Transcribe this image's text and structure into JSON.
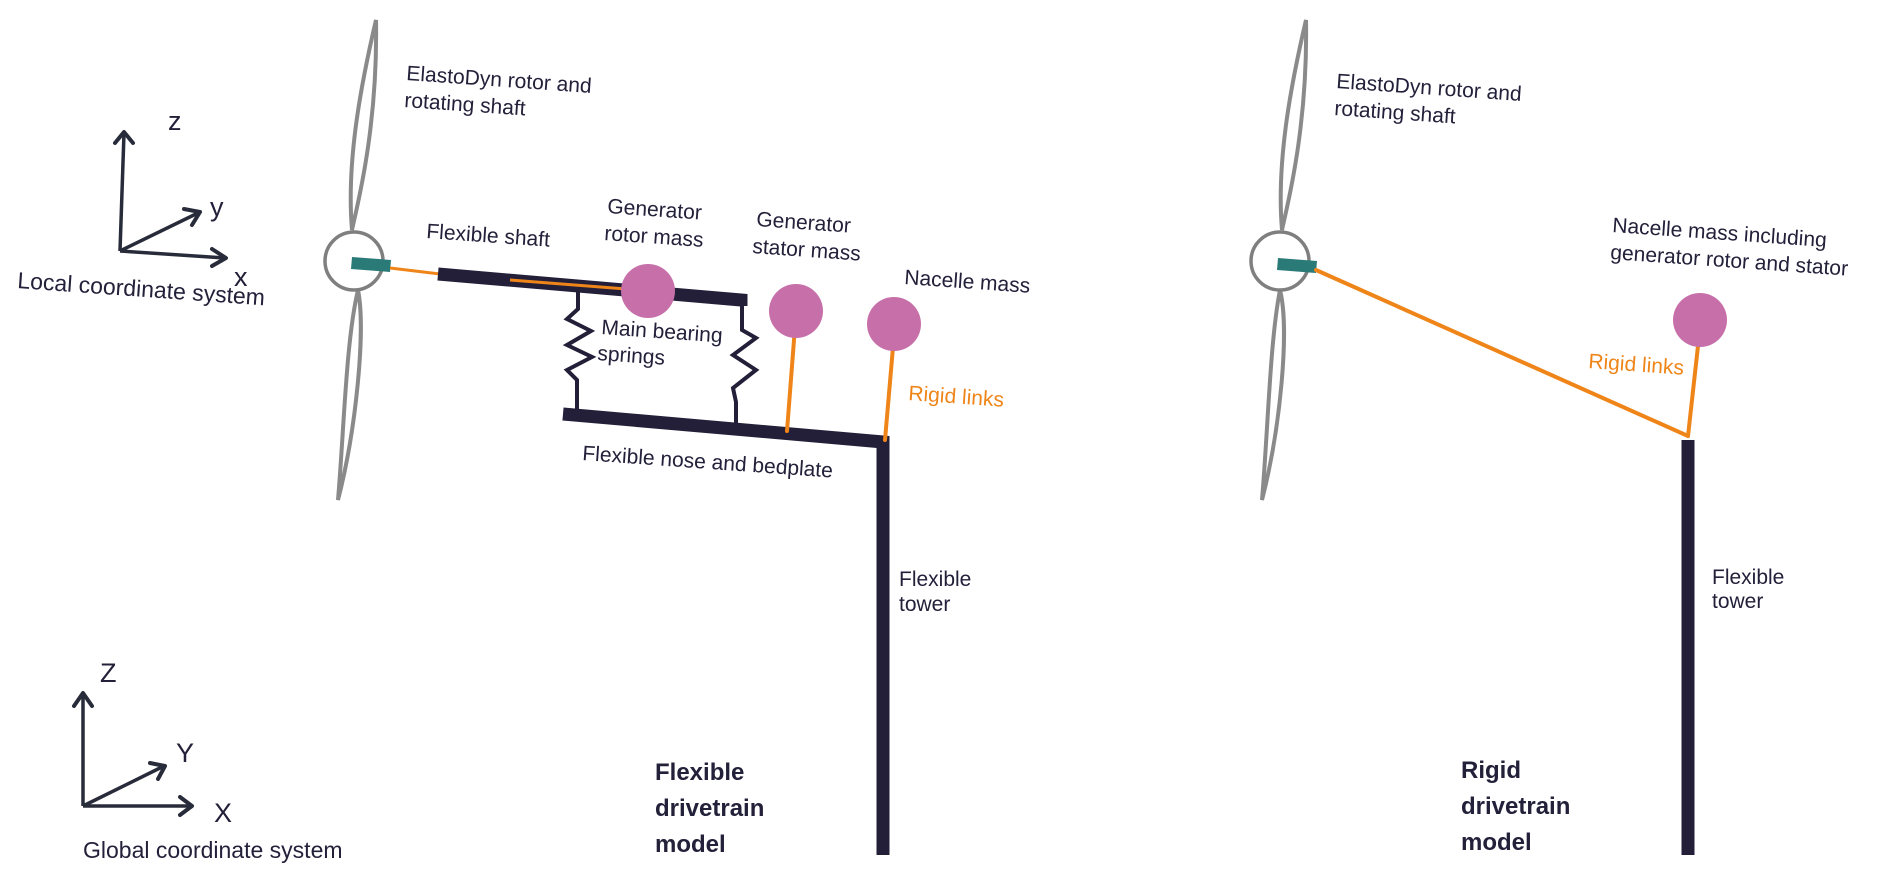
{
  "colors": {
    "structure": "#241f38",
    "rigid_link": "#ef8519",
    "mass": "#c76fa9",
    "shaft_stub": "#2a7b78",
    "rotor_outline": "#8a8a8a",
    "text": "#23203a"
  },
  "local_cs": {
    "title": "Local coordinate system",
    "axes": {
      "x": "x",
      "y": "y",
      "z": "z"
    }
  },
  "global_cs": {
    "title": "Global coordinate system",
    "axes": {
      "x": "X",
      "y": "Y",
      "z": "Z"
    }
  },
  "flexible_model": {
    "title_lines": [
      "Flexible",
      "drivetrain",
      "model"
    ],
    "labels": {
      "rotor_line1": "ElastoDyn rotor and",
      "rotor_line2": "rotating shaft",
      "flexible_shaft": "Flexible shaft",
      "gen_rotor_line1": "Generator",
      "gen_rotor_line2": "rotor mass",
      "gen_stator_line1": "Generator",
      "gen_stator_line2": "stator mass",
      "nacelle_mass": "Nacelle mass",
      "bearing_line1": "Main bearing",
      "bearing_line2": "springs",
      "rigid_links": "Rigid links",
      "nose_bedplate": "Flexible nose and bedplate",
      "tower_line1": "Flexible",
      "tower_line2": "tower"
    }
  },
  "rigid_model": {
    "title_lines": [
      "Rigid",
      "drivetrain",
      "model"
    ],
    "labels": {
      "rotor_line1": "ElastoDyn rotor and",
      "rotor_line2": "rotating shaft",
      "nacelle_line1": "Nacelle mass including",
      "nacelle_line2": "generator rotor and stator",
      "rigid_links": "Rigid links",
      "tower_line1": "Flexible",
      "tower_line2": "tower"
    }
  }
}
